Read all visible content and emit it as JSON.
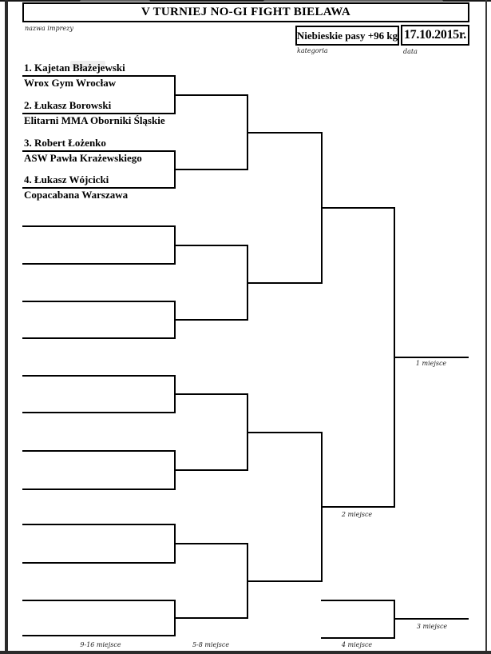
{
  "header": {
    "title": "V TURNIEJ NO-GI FIGHT BIELAWA",
    "title_caption": "nazwa imprezy",
    "category": "Niebieskie pasy +96 kg",
    "category_caption": "kategoria",
    "date": "17.10.2015r.",
    "date_caption": "data"
  },
  "bracket": {
    "competitors": [
      {
        "slot": 1,
        "name": "1. Kajetan Błażejewski",
        "club": "Wrox Gym Wrocław"
      },
      {
        "slot": 2,
        "name": "2. Łukasz Borowski",
        "club": "Elitarni MMA Oborniki Śląskie"
      },
      {
        "slot": 3,
        "name": "3. Robert Łożenko",
        "club": "ASW Pawła Krażewskiego"
      },
      {
        "slot": 4,
        "name": "4. Łukasz Wójcicki",
        "club": "Copacabana Warszawa"
      }
    ],
    "place_labels": {
      "first": "1 miejsce",
      "second": "2 miejsce",
      "third": "3 miejsce",
      "fourth": "4 miejsce",
      "places_9_16": "9-16 miejsce",
      "places_5_8": "5-8 miejsce"
    }
  },
  "colors": {
    "line": "#000000",
    "page": "#ffffff",
    "edge": "#2b2b2b"
  }
}
